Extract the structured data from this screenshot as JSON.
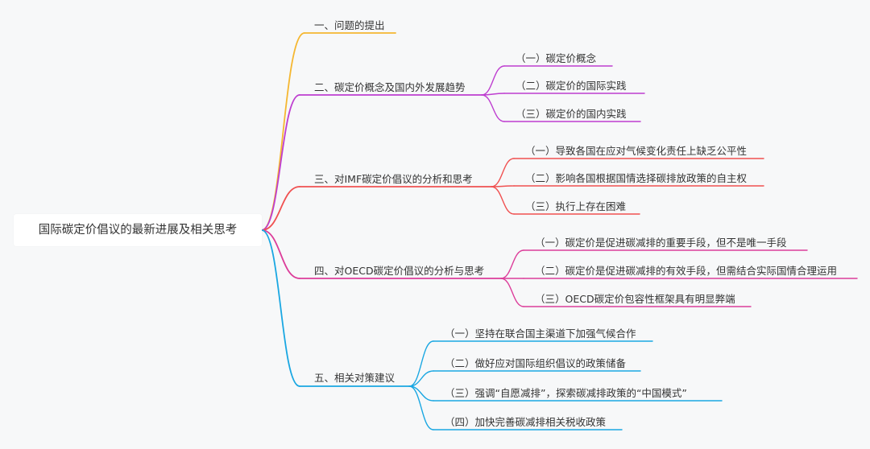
{
  "root": {
    "label": "国际碳定价倡议的最新进展及相关思考"
  },
  "colors": {
    "branch1": "#f5b731",
    "branch2": "#be3ed0",
    "branch3": "#f05151",
    "branch4": "#dc3d9a",
    "branch5": "#1aa7e2"
  },
  "branches": [
    {
      "label": "一、问题的提出",
      "children": []
    },
    {
      "label": "二、碳定价概念及国内外发展趋势",
      "children": [
        "（一）碳定价概念",
        "（二）碳定价的国际实践",
        "（三）碳定价的国内实践"
      ]
    },
    {
      "label": "三、对IMF碳定价倡议的分析和思考",
      "children": [
        "（一）导致各国在应对气候变化责任上缺乏公平性",
        "（二）影响各国根据国情选择碳排放政策的自主权",
        "（三）执行上存在困难"
      ]
    },
    {
      "label": "四、对OECD碳定价倡议的分析与思考",
      "children": [
        "（一）碳定价是促进碳减排的重要手段，但不是唯一手段",
        "（二）碳定价是促进碳减排的有效手段，但需结合实际国情合理运用",
        "（三）OECD碳定价包容性框架具有明显弊端"
      ]
    },
    {
      "label": "五、相关对策建议",
      "children": [
        "（一）坚持在联合国主渠道下加强气候合作",
        "（二）做好应对国际组织倡议的政策储备",
        "（三）强调“自愿减排”，探索碳减排政策的“中国模式”",
        "（四）加快完善碳减排相关税收政策"
      ]
    }
  ]
}
